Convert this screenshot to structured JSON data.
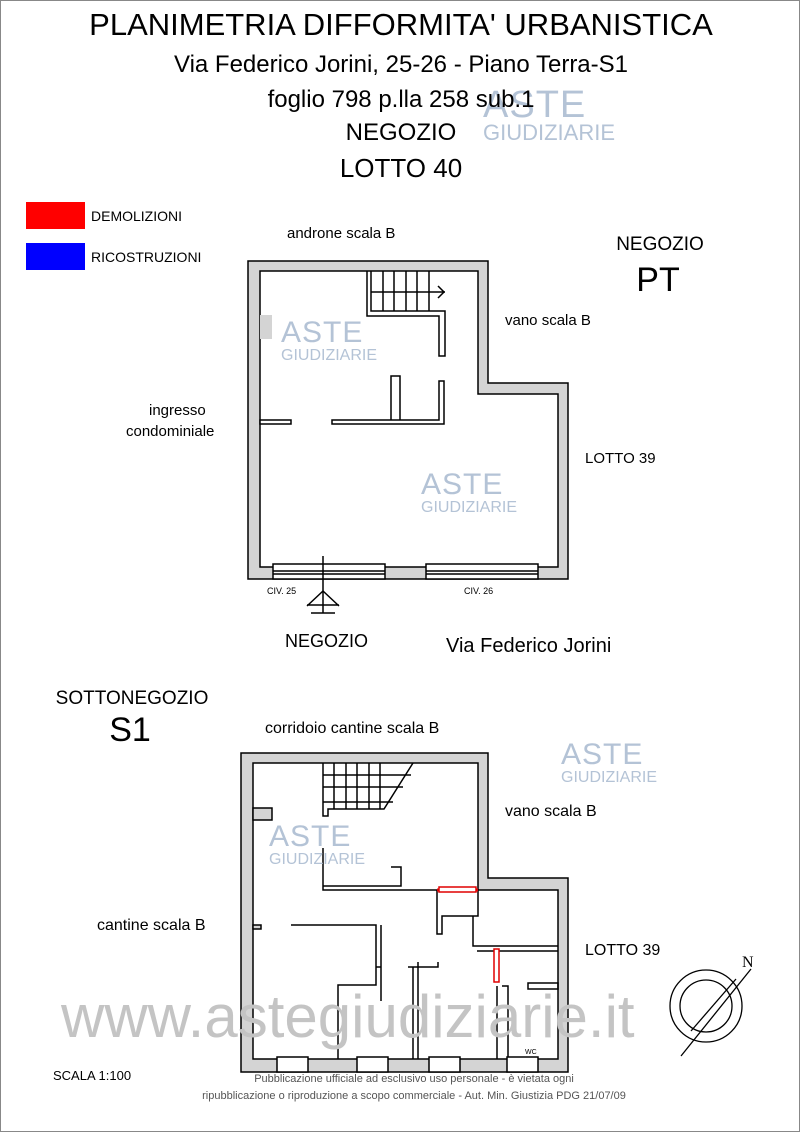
{
  "header": {
    "title": "PLANIMETRIA DIFFORMITA' URBANISTICA",
    "address": "Via Federico Jorini, 25-26 - Piano Terra-S1",
    "cadastral": "foglio 798 p.lla 258 sub.1",
    "use": "NEGOZIO",
    "lot": "LOTTO 40"
  },
  "legend": [
    {
      "label": "DEMOLIZIONI",
      "color": "#ff0000"
    },
    {
      "label": "RICOSTRUZIONI",
      "color": "#0000ff"
    }
  ],
  "ground_floor": {
    "title": "NEGOZIO",
    "level": "PT",
    "labels": {
      "top": "androne scala B",
      "stair": "vano scala B",
      "left1": "ingresso",
      "left2": "condominiale",
      "right": "LOTTO 39",
      "civ25": "CIV. 25",
      "civ26": "CIV. 26",
      "entrance": "NEGOZIO",
      "street": "Via Federico Jorini"
    }
  },
  "basement": {
    "title": "SOTTONEGOZIO",
    "level": "S1",
    "labels": {
      "top": "corridoio cantine scala B",
      "stair": "vano scala B",
      "left": "cantine scala B",
      "right": "LOTTO 39",
      "wc": "WC"
    }
  },
  "north": "N",
  "scale": "SCALA 1:100",
  "footer": {
    "line1": "Pubblicazione ufficiale ad esclusivo uso personale - è vietata ogni",
    "line2": "ripubblicazione o riproduzione a scopo commerciale - Aut. Min. Giustizia PDG 21/07/09"
  },
  "watermark": {
    "brand1": "ASTE",
    "brand2": "GIUDIZIARIE",
    "url": "www.astegiudiziarie.it"
  }
}
